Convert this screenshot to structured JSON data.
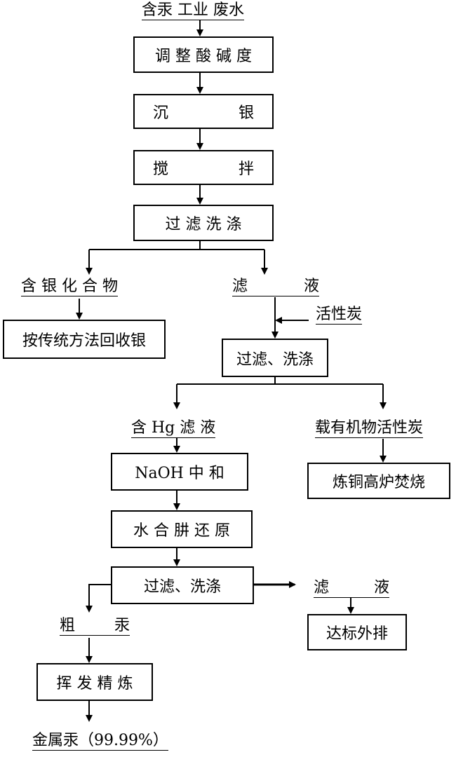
{
  "labels": {
    "start": "含汞 工业 废水",
    "silver_compound": "含 银 化 合 物",
    "filtrate_1": [
      "滤",
      "液"
    ],
    "activated_carbon": "活性炭",
    "hg_filtrate": "含 Hg 滤 液",
    "loaded_carbon": "载有机物活性炭",
    "filtrate_2": [
      "滤",
      "液"
    ],
    "crude_mercury": [
      "粗",
      "汞"
    ],
    "final": "金属汞（99.99%）"
  },
  "boxes": {
    "adjust_ph": "调 整 酸 碱 度",
    "precipitate_silver": [
      "沉",
      "银"
    ],
    "stir": [
      "搅",
      "拌"
    ],
    "filter_wash_1": "过 滤 洗 涤",
    "recover_silver": "按传统方法回收银",
    "filter_wash_2": "过滤、洗涤",
    "naoh_neutralize": "NaOH 中 和",
    "incinerate": "炼铜高炉焚烧",
    "hydrazine_reduce": "水 合 肼 还 原",
    "filter_wash_3": "过滤、洗涤",
    "discharge": "达标外排",
    "distill_refine": "挥 发 精 炼"
  }
}
